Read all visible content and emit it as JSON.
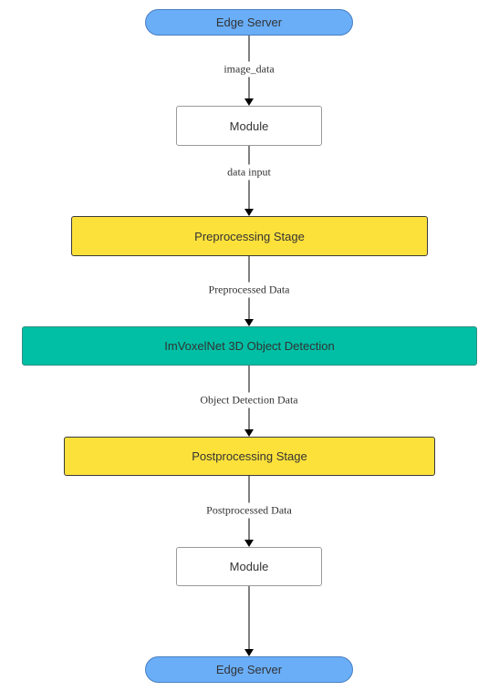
{
  "nodes": {
    "edge_server_top": "Edge Server",
    "module_top": "Module",
    "preprocessing": "Preprocessing Stage",
    "detection": "ImVoxelNet 3D Object Detection",
    "postprocessing": "Postprocessing Stage",
    "module_bottom": "Module",
    "edge_server_bottom": "Edge Server"
  },
  "edges": {
    "image_data": "image_data",
    "data_input": "data input",
    "preprocessed_data": "Preprocessed Data",
    "object_detection_data": "Object Detection Data",
    "postprocessed_data": "Postprocessed Data"
  },
  "colors": {
    "terminal_fill": "#6aaef8",
    "stage_fill": "#fde13b",
    "detection_fill": "#00bfa5",
    "module_fill": "#ffffff",
    "arrow": "#000000"
  }
}
